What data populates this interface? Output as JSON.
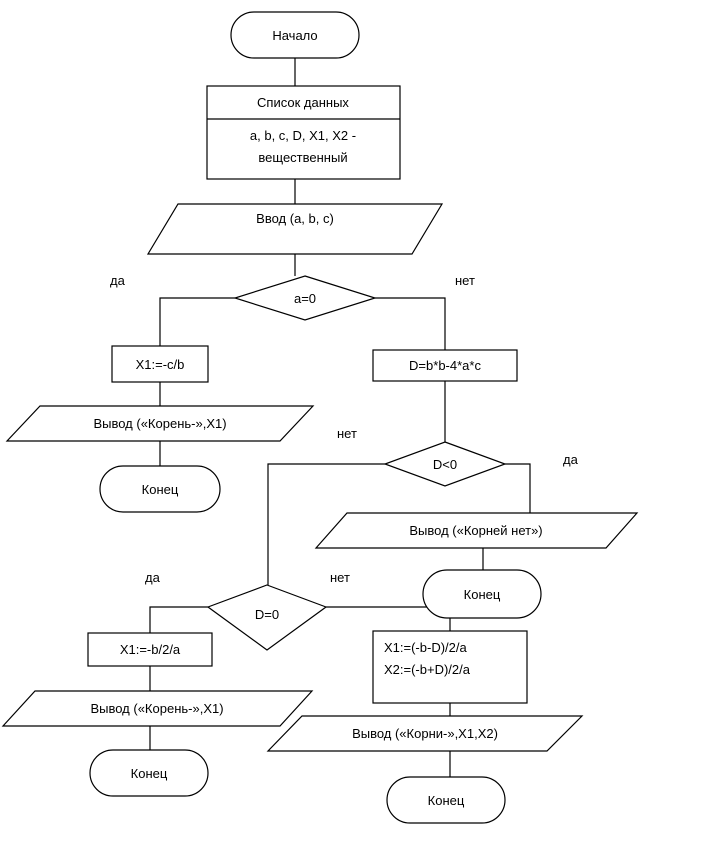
{
  "nodes": {
    "start": "Начало",
    "data_list_header": "Список данных",
    "data_list_line1": "a, b, c, D, X1, X2 -",
    "data_list_line2": "вещественный",
    "input": "Ввод (a, b, c)",
    "cond_a": "a=0",
    "linear_calc": "X1:=-c/b",
    "linear_output": "Вывод («Корень-»,X1)",
    "linear_end": "Конец",
    "disc_calc": "D=b*b-4*a*c",
    "cond_d_neg": "D<0",
    "no_roots_output": "Вывод («Корней нет»)",
    "no_roots_end": "Конец",
    "cond_d_zero": "D=0",
    "single_root_calc": "X1:=-b/2/a",
    "single_root_output": "Вывод («Корень-»,X1)",
    "single_root_end": "Конец",
    "two_roots_line1": "X1:=(-b-D)/2/a",
    "two_roots_line2": "X2:=(-b+D)/2/a",
    "two_roots_output": "Вывод («Корни-»,X1,X2)",
    "two_roots_end": "Конец"
  },
  "edge_labels": {
    "a_yes": "да",
    "a_no": "нет",
    "dneg_no": "нет",
    "dneg_yes": "да",
    "dzero_yes": "да",
    "dzero_no": "нет"
  }
}
